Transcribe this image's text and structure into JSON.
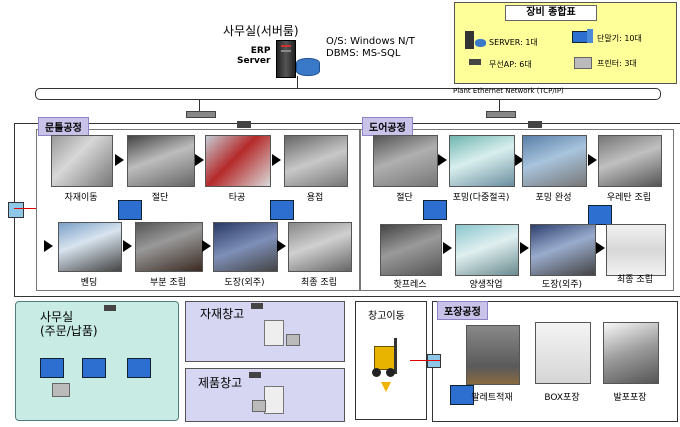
{
  "server": {
    "room_label": "사무실(서버룸)",
    "erp_label": "ERP\nServer",
    "os_line": "O/S: Windows N/T",
    "dbms_line": "DBMS:  MS-SQL"
  },
  "legend": {
    "title": "장비 종합표",
    "items": [
      {
        "label": "SERVER: 1대",
        "icon": "server-icon"
      },
      {
        "label": "단말기: 10대",
        "icon": "terminal-icon"
      },
      {
        "label": "무선AP: 6대",
        "icon": "wireless-ap-icon"
      },
      {
        "label": "프린터: 3대",
        "icon": "printer-icon"
      }
    ]
  },
  "network_label": "Plant Ethernet Network (TCP/IP)",
  "door_frame_process": {
    "title": "문틀공정",
    "steps": [
      "자재이동",
      "절단",
      "타공",
      "용접",
      "벤딩",
      "부분 조립",
      "도장(외주)",
      "최종 조립"
    ]
  },
  "door_process": {
    "title": "도어공정",
    "steps": [
      "절단",
      "포밍(다중절곡)",
      "포밍 완성",
      "우레탄 조립",
      "핫프레스",
      "양생작업",
      "도장(외주)",
      "최종 조립"
    ]
  },
  "office": {
    "label": "사무실\n(주문/납품)"
  },
  "material_warehouse": {
    "label": "자재창고"
  },
  "product_warehouse": {
    "label": "제품창고"
  },
  "warehouse_move": {
    "label": "창고이동"
  },
  "packing_process": {
    "title": "포장공정",
    "steps": [
      "팔레트적재",
      "BOX포장",
      "발포포장"
    ]
  },
  "colors": {
    "process_header_bg": "#c9c3ea",
    "office_bg": "#c8ebe4",
    "warehouse_bg": "#d6d6f2",
    "legend_bg": "#ffff99",
    "network_bg": "#ffffff"
  }
}
